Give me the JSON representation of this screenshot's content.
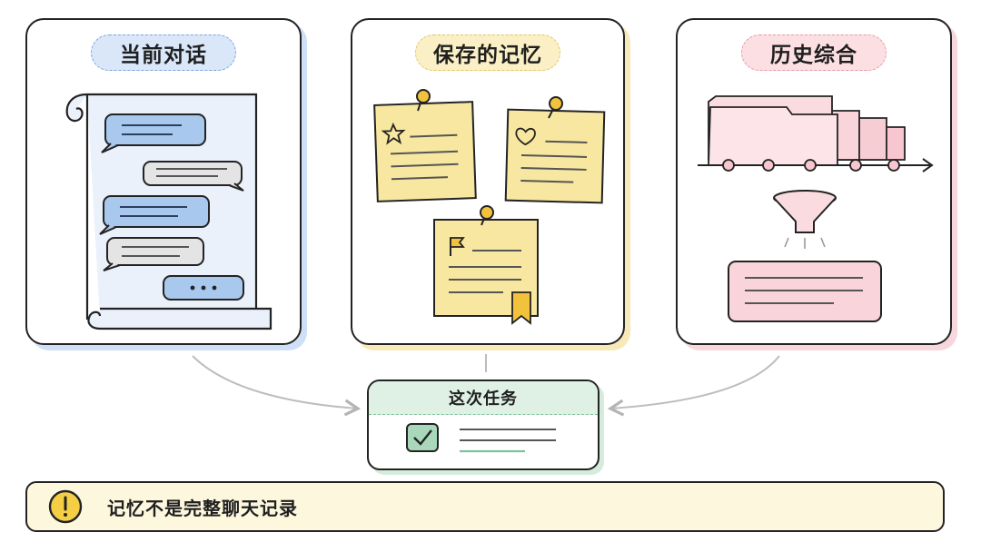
{
  "panels": {
    "current_conversation": {
      "title": "当前对话"
    },
    "saved_memory": {
      "title": "保存的记忆"
    },
    "history_synthesis": {
      "title": "历史综合"
    }
  },
  "task": {
    "title": "这次任务"
  },
  "notice": {
    "text": "记忆不是完整聊天记录"
  },
  "colors": {
    "blue": "#cfe0f6",
    "yellow": "#fbf0c5",
    "pink": "#fbdfe3",
    "green": "#dff1e5",
    "outline": "#232323"
  },
  "icons": [
    "scroll-icon",
    "chat-bubble-icon",
    "pushpin-icon",
    "star-icon",
    "heart-icon",
    "flag-icon",
    "bookmark-icon",
    "folder-stack-icon",
    "timeline-icon",
    "funnel-icon",
    "checkbox-icon",
    "warning-icon"
  ]
}
